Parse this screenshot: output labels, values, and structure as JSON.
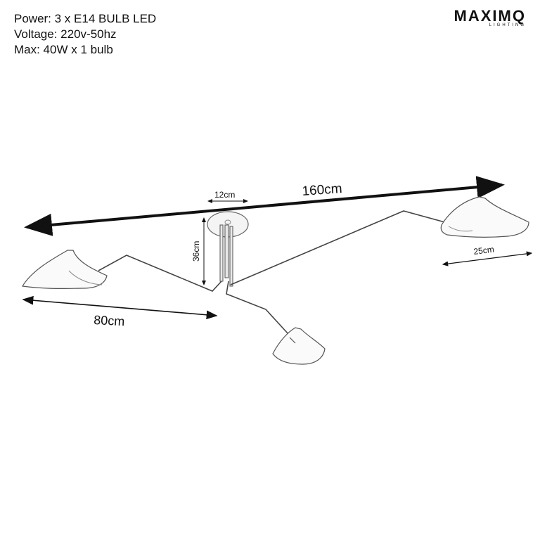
{
  "specs": {
    "power": "Power: 3 x E14 BULB LED",
    "voltage": "Voltage: 220v-50hz",
    "max": "Max: 40W x 1 bulb"
  },
  "logo": {
    "word": "MAXIMQ",
    "sub": "LIGHTING"
  },
  "dimensions": {
    "total_width": "160cm",
    "canopy": "12cm",
    "drop": "36cm",
    "arm": "80cm",
    "shade": "25cm"
  }
}
